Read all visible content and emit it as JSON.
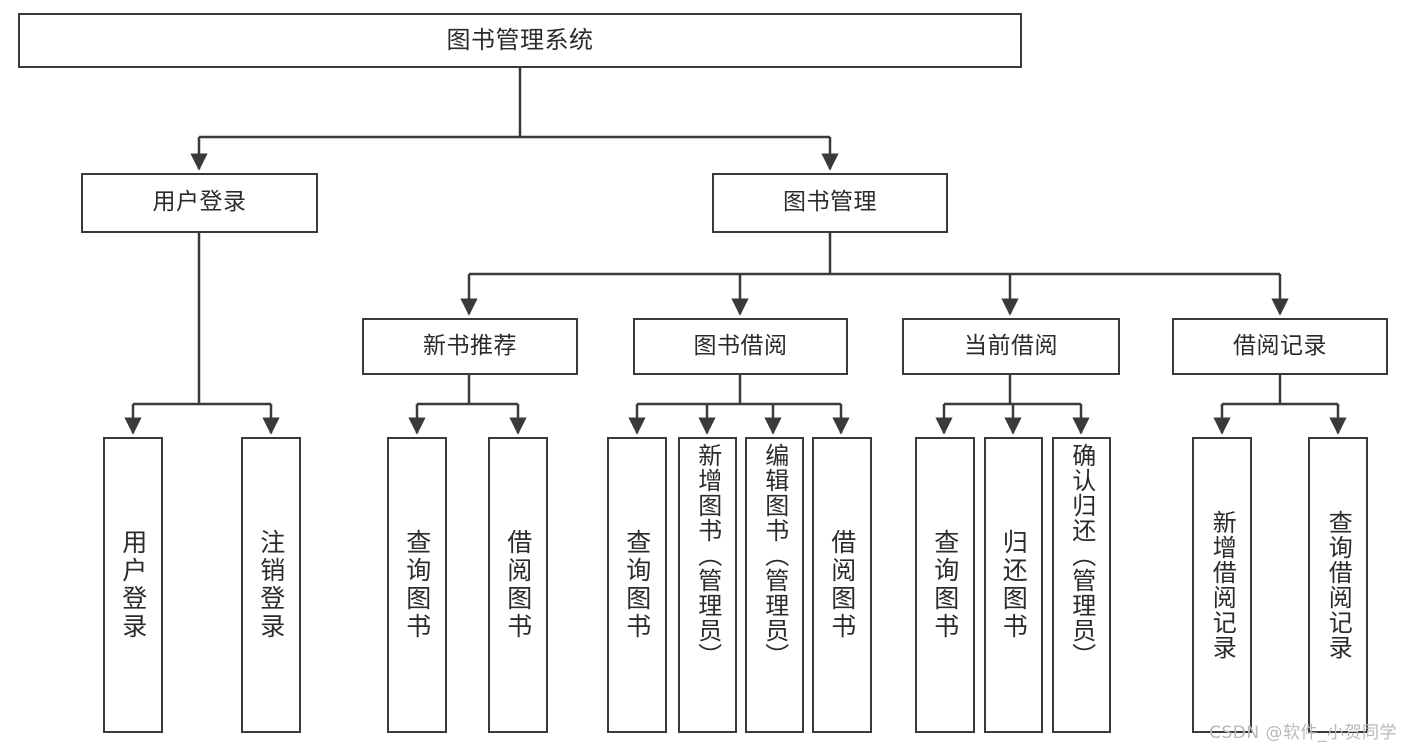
{
  "diagram": {
    "title": "图书管理系统",
    "type": "tree-hierarchy",
    "colors": {
      "node_border": "#3a3a3a",
      "node_fill": "#ffffff",
      "edge": "#3a3a3a",
      "text": "#2b2b2b",
      "watermark": "#b9b9b9",
      "background": "#ffffff"
    },
    "root": {
      "label": "图书管理系统"
    },
    "level2": [
      {
        "label": "用户登录"
      },
      {
        "label": "图书管理"
      }
    ],
    "level3": [
      {
        "label": "新书推荐"
      },
      {
        "label": "图书借阅"
      },
      {
        "label": "当前借阅"
      },
      {
        "label": "借阅记录"
      }
    ],
    "leaves": {
      "user_login": [
        {
          "label": "用户登录"
        },
        {
          "label": "注销登录"
        }
      ],
      "new_book_recommend": [
        {
          "label": "查询图书"
        },
        {
          "label": "借阅图书"
        }
      ],
      "book_borrow": [
        {
          "label": "查询图书"
        },
        {
          "label": "新增图书（管理员）"
        },
        {
          "label": "编辑图书（管理员）"
        },
        {
          "label": "借阅图书"
        }
      ],
      "current_borrow": [
        {
          "label": "查询图书"
        },
        {
          "label": "归还图书"
        },
        {
          "label": "确认归还（管理员）"
        }
      ],
      "borrow_record": [
        {
          "label": "新增借阅记录"
        },
        {
          "label": "查询借阅记录"
        }
      ]
    }
  },
  "watermark": {
    "text": "CSDN @软件_小贺同学"
  }
}
